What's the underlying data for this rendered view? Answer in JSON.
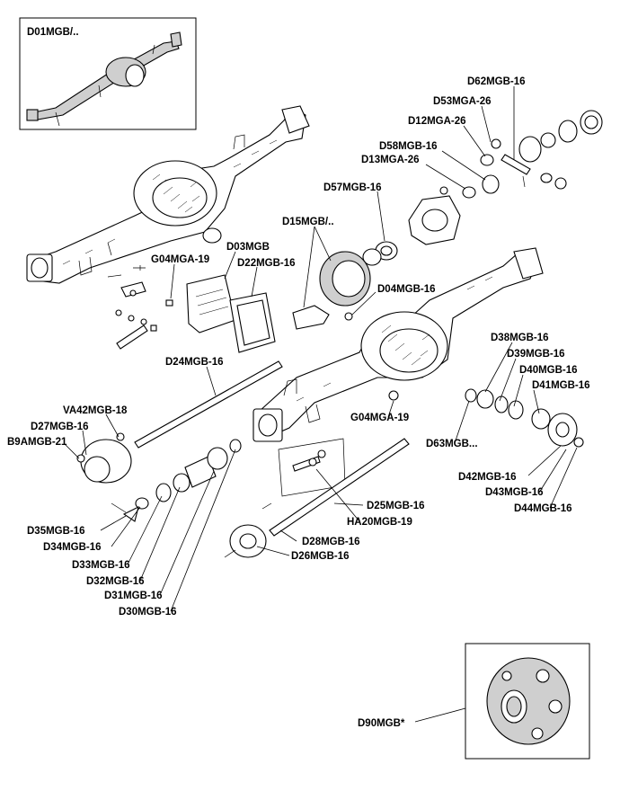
{
  "inset_top": {
    "label": "D01MGB/.."
  },
  "inset_bottom": {
    "label": "D90MGB*"
  },
  "labels": {
    "D62MGB_16": "D62MGB-16",
    "D53MGA_26": "D53MGA-26",
    "D12MGA_26": "D12MGA-26",
    "D58MGB_16": "D58MGB-16",
    "D13MGA_26": "D13MGA-26",
    "D57MGB_16": "D57MGB-16",
    "D15MGB": "D15MGB/..",
    "D03MGB": "D03MGB",
    "G04MGA_19_a": "G04MGA-19",
    "D22MGB_16": "D22MGB-16",
    "D04MGB_16": "D04MGB-16",
    "D24MGB_16": "D24MGB-16",
    "D38MGB_16": "D38MGB-16",
    "D39MGB_16": "D39MGB-16",
    "D40MGB_16": "D40MGB-16",
    "D41MGB_16": "D41MGB-16",
    "VA42MGB_18": "VA42MGB-18",
    "D27MGB_16": "D27MGB-16",
    "B9AMGB_21": "B9AMGB-21",
    "G04MGA_19_b": "G04MGA-19",
    "D63MGB": "D63MGB...",
    "D42MGB_16": "D42MGB-16",
    "D43MGB_16": "D43MGB-16",
    "D44MGB_16": "D44MGB-16",
    "D25MGB_16": "D25MGB-16",
    "HA20MGB_19": "HA20MGB-19",
    "D35MGB_16": "D35MGB-16",
    "D34MGB_16": "D34MGB-16",
    "D33MGB_16": "D33MGB-16",
    "D32MGB_16": "D32MGB-16",
    "D31MGB_16": "D31MGB-16",
    "D30MGB_16": "D30MGB-16",
    "D28MGB_16": "D28MGB-16",
    "D26MGB_16": "D26MGB-16"
  }
}
